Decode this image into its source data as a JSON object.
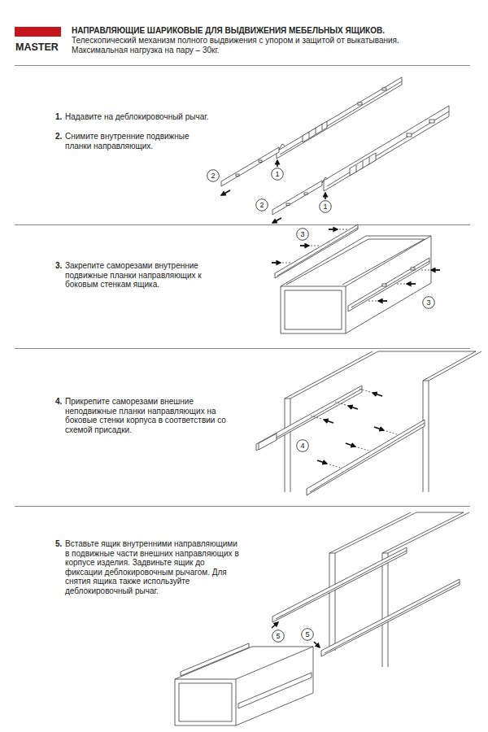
{
  "diagram": {
    "title": "НАПРАВЛЯЮЩИЕ ШАРИКОВЫЕ ДЛЯ ВЫДВИЖЕНИЯ МЕБЕЛЬНЫХ ЯЩИКОВ.",
    "nodes": [
      {
        "text": [
          "1"
        ]
      },
      {
        "text": [
          "2"
        ]
      },
      {
        "text": [
          "2"
        ]
      },
      {
        "text": [
          "1"
        ]
      },
      {
        "text": [
          "3"
        ]
      },
      {
        "text": [
          "3"
        ]
      },
      {
        "text": [
          "4"
        ]
      },
      {
        "text": [
          "5"
        ]
      },
      {
        "text": [
          "5"
        ]
      }
    ],
    "labels": [
      "MASTER",
      "Телескопический механизм полного выдвижения с упором и защитой от выкатывания.",
      "Максимальная нагрузка на пару – 30кг.",
      "1.",
      "Надавите на деблокировочный рычаг.",
      "2.",
      "Снимите внутренние подвижные планки направляющих.",
      "3.",
      "Закрепите саморезами внутренние подвижные планки направляющих к боковым стенкам ящика.",
      "4.",
      "Прикрепите саморезами внешние неподвижные планки направляющих на боковые стенки корпуса в соответствии со схемой присадки.",
      "5.",
      "Вставьте ящик внутренними направляющими в подвижные части внешних направляющих в корпусе изделия. Задвиньте ящик до фиксации деблокировочным рычагом. Для снятия ящика также используйте деблокировочный рычаг."
    ]
  }
}
